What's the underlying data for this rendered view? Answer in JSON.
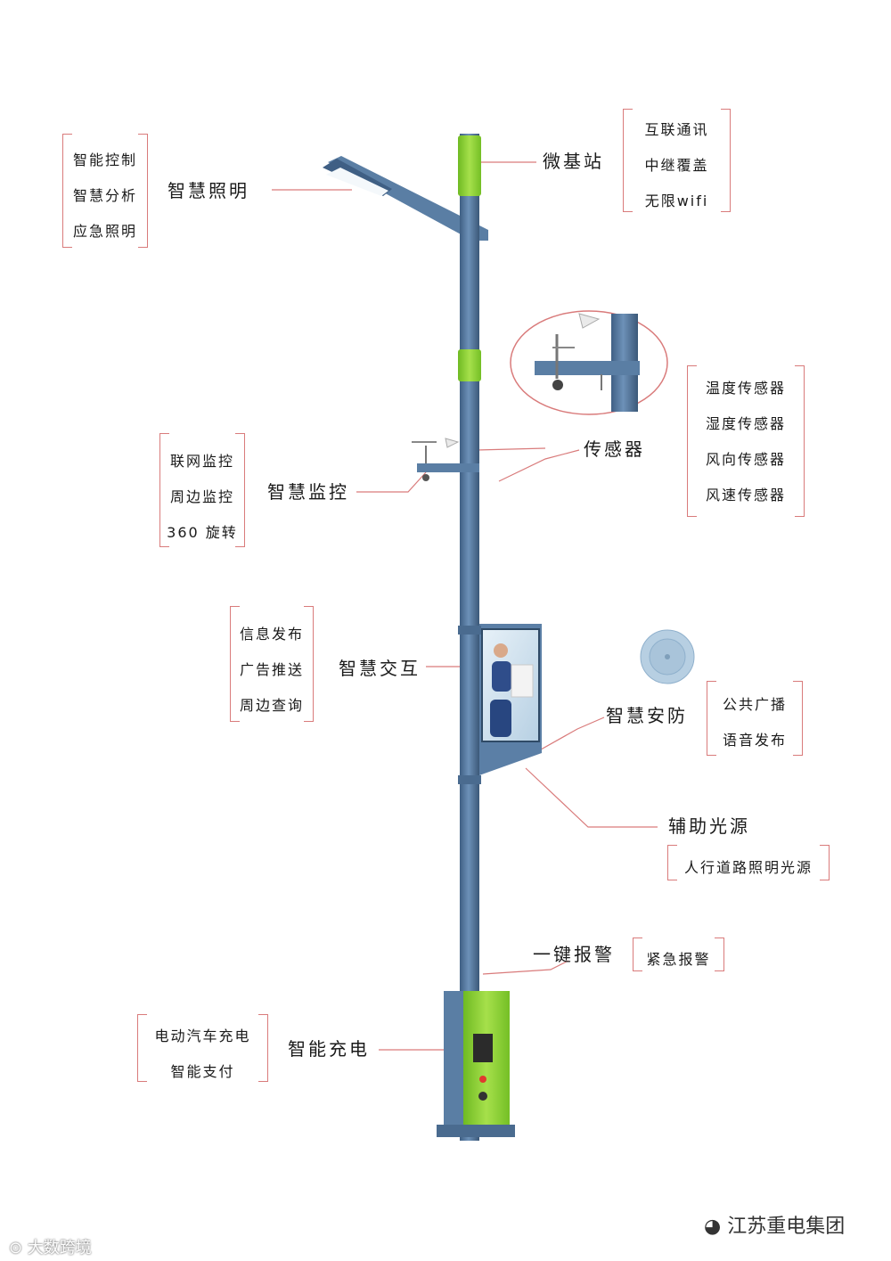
{
  "callouts": {
    "lighting": {
      "title": "智慧照明",
      "items": [
        "智能控制",
        "智慧分析",
        "应急照明"
      ]
    },
    "micro_station": {
      "title": "微基站",
      "items": [
        "互联通讯",
        "中继覆盖",
        "无限wifi"
      ]
    },
    "sensor": {
      "title": "传感器",
      "items": [
        "温度传感器",
        "湿度传感器",
        "风向传感器",
        "风速传感器"
      ]
    },
    "monitoring": {
      "title": "智慧监控",
      "items": [
        "联网监控",
        "周边监控",
        "360 旋转"
      ]
    },
    "interaction": {
      "title": "智慧交互",
      "items": [
        "信息发布",
        "广告推送",
        "周边查询"
      ]
    },
    "security": {
      "title": "智慧安防",
      "items": [
        "公共广播",
        "语音发布"
      ]
    },
    "aux_light": {
      "title": "辅助光源",
      "items": [
        "人行道路照明光源"
      ]
    },
    "alarm": {
      "title": "一键报警",
      "items": [
        "紧急报警"
      ]
    },
    "charging": {
      "title": "智能充电",
      "items": [
        "电动汽车充电",
        "智能支付"
      ]
    }
  },
  "watermarks": {
    "right": "江苏重电集团",
    "left": "大数跨境"
  },
  "colors": {
    "pole": "#5b7fa6",
    "accent_green": "#8fd13a",
    "leader": "#d97b7b"
  }
}
